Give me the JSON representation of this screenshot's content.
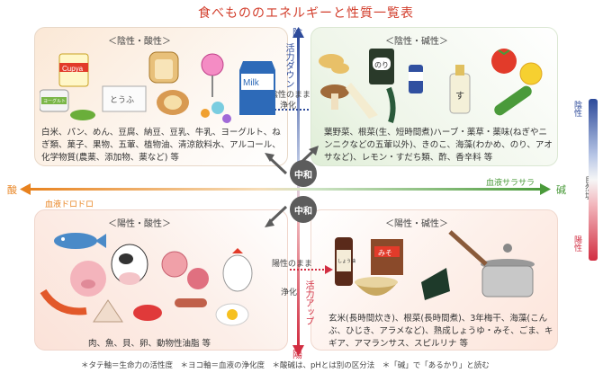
{
  "title": "食べもののエネルギーと性質一覧表",
  "axis": {
    "top": "陰",
    "bottom": "陽",
    "left": "酸",
    "right": "碱",
    "top_arrow": "活力ダウン",
    "bottom_arrow": "活力アップ",
    "left_arrow": "血液ドロドロ",
    "right_arrow": "血液サラサラ",
    "upper_note_1": "陰性のまま",
    "upper_note_2": "浄化",
    "lower_note_1": "陽性のまま",
    "lower_note_2": "浄化",
    "center_top": "中和",
    "center_bottom": "中和"
  },
  "quadrants": {
    "tl": {
      "heading": "＜陰性・酸性＞",
      "text": "白米、パン、めん、豆腐、納豆、豆乳、牛乳、ヨーグルト、ねぎ類、菓子、果物、五葷、植物油、清涼飲料水、アルコール、化学物質(農薬、添加物、薬など) 等",
      "labels": [
        "Cupya",
        "ヨーグルト",
        "とうふ",
        "Milk"
      ]
    },
    "tr": {
      "heading": "＜陰性・碱性＞",
      "text": "葉野菜、根菜(生、短時間煮)ハーブ・薬草・薬味(ねぎやニンニクなどの五葷以外)、きのこ、海藻(わかめ、のり、アオサなど)、レモン・すだち類、酢、香辛料 等",
      "labels": [
        "のり",
        "す"
      ]
    },
    "bl": {
      "heading": "＜陽性・酸性＞",
      "text": "肉、魚、貝、卵、動物性油脂 等"
    },
    "br": {
      "heading": "＜陽性・碱性＞",
      "text": "玄米(長時間炊き)、根菜(長時間煮)、3年梅干、海藻(こんぶ、ひじき、アラメなど)、熟成しょうゆ・みそ、ごま、キギア、アマランサス、スピルリナ 等",
      "labels": [
        "しょう油",
        "みそ"
      ]
    }
  },
  "scale": {
    "top": "陰性",
    "middle": "自然塩",
    "bottom": "陽性"
  },
  "footnote": "＊タテ軸＝生命力の活性度　＊ヨコ軸＝血液の浄化度　＊酸碱は、pHとは別の区分法　＊「碱」で「あるかり」と読む",
  "colors": {
    "title": "#d23c2a",
    "acid": "#e8821e",
    "alkali": "#4a9a3a",
    "yin": "#2d4a9a",
    "yang": "#d22e42"
  }
}
